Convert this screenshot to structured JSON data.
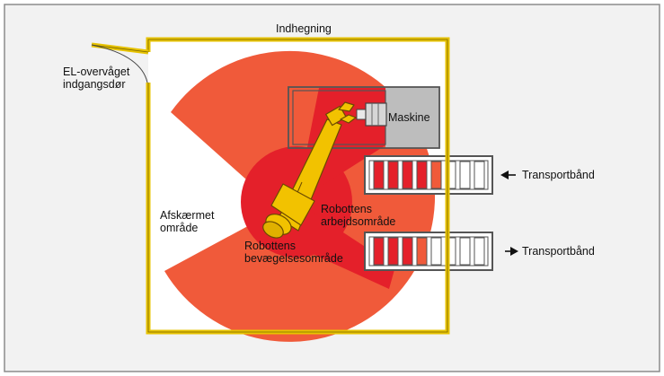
{
  "labels": {
    "enclosure": "Indhegning",
    "door": [
      "EL-overvåget",
      "indgangsdør"
    ],
    "machine": "Maskine",
    "conveyor_top": "Transportbånd",
    "conveyor_bottom": "Transportbånd",
    "shielded_area": [
      "Afskærmet",
      "område"
    ],
    "work_area": [
      "Robottens",
      "arbejdsområde"
    ],
    "movement_area": [
      "Robottens",
      "bevægelsesområde"
    ]
  },
  "colors": {
    "frame_background": "#f2f2f2",
    "frame_border": "#8c8c8c",
    "enclosure_fill": "#ffffff",
    "enclosure_wall": "#e7c300",
    "movement_zone": "#f05a3a",
    "work_zone": "#e4202a",
    "machine_fill": "#bdbdbd",
    "robot_arm": "#f2c200",
    "conveyor_outline": "#555555"
  }
}
